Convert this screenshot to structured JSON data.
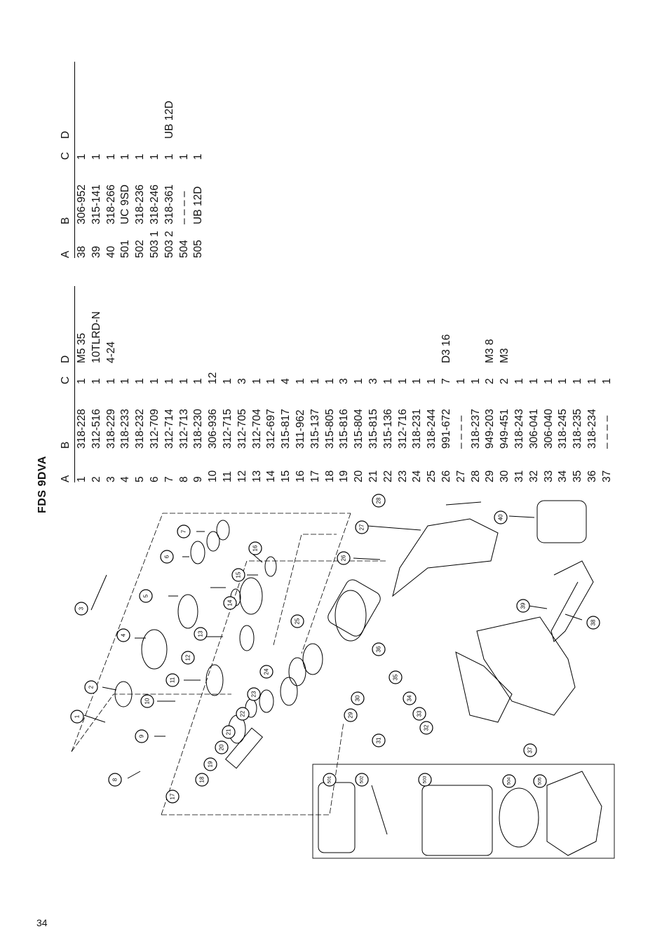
{
  "title": "FDS 9DVA",
  "page_number": "34",
  "headers": {
    "a": "A",
    "b": "B",
    "c": "C",
    "d": "D"
  },
  "parts_main": [
    {
      "a": "1",
      "b": "318-228",
      "c": "1",
      "d": "M5  35"
    },
    {
      "a": "2",
      "b": "312-516",
      "c": "1",
      "d": "10TLRD-N"
    },
    {
      "a": "3",
      "b": "318-229",
      "c": "1",
      "d": "4-24"
    },
    {
      "a": "4",
      "b": "318-233",
      "c": "1",
      "d": ""
    },
    {
      "a": "5",
      "b": "318-232",
      "c": "1",
      "d": ""
    },
    {
      "a": "6",
      "b": "312-709",
      "c": "1",
      "d": ""
    },
    {
      "a": "7",
      "b": "312-714",
      "c": "1",
      "d": ""
    },
    {
      "a": "8",
      "b": "312-713",
      "c": "1",
      "d": ""
    },
    {
      "a": "9",
      "b": "318-230",
      "c": "1",
      "d": ""
    },
    {
      "a": "10",
      "b": "306-936",
      "c": "12",
      "d": ""
    },
    {
      "a": "11",
      "b": "312-715",
      "c": "1",
      "d": ""
    },
    {
      "a": "12",
      "b": "312-705",
      "c": "3",
      "d": ""
    },
    {
      "a": "13",
      "b": "312-704",
      "c": "1",
      "d": ""
    },
    {
      "a": "14",
      "b": "312-697",
      "c": "1",
      "d": ""
    },
    {
      "a": "15",
      "b": "315-817",
      "c": "4",
      "d": ""
    },
    {
      "a": "16",
      "b": "311-962",
      "c": "1",
      "d": ""
    },
    {
      "a": "17",
      "b": "315-137",
      "c": "1",
      "d": ""
    },
    {
      "a": "18",
      "b": "315-805",
      "c": "1",
      "d": ""
    },
    {
      "a": "19",
      "b": "315-816",
      "c": "3",
      "d": ""
    },
    {
      "a": "20",
      "b": "315-804",
      "c": "1",
      "d": ""
    },
    {
      "a": "21",
      "b": "315-815",
      "c": "3",
      "d": ""
    },
    {
      "a": "22",
      "b": "315-136",
      "c": "1",
      "d": ""
    },
    {
      "a": "23",
      "b": "312-716",
      "c": "1",
      "d": ""
    },
    {
      "a": "24",
      "b": "318-231",
      "c": "1",
      "d": ""
    },
    {
      "a": "25",
      "b": "318-244",
      "c": "1",
      "d": ""
    },
    {
      "a": "26",
      "b": "991-672",
      "c": "7",
      "d": "D3  16"
    },
    {
      "a": "27",
      "b": "– – – –",
      "c": "1",
      "d": ""
    },
    {
      "a": "28",
      "b": "318-237",
      "c": "1",
      "d": ""
    },
    {
      "a": "29",
      "b": "949-203",
      "c": "2",
      "d": "M3  8"
    },
    {
      "a": "30",
      "b": "949-451",
      "c": "2",
      "d": "M3"
    },
    {
      "a": "31",
      "b": "318-243",
      "c": "1",
      "d": ""
    },
    {
      "a": "32",
      "b": "306-041",
      "c": "1",
      "d": ""
    },
    {
      "a": "33",
      "b": "306-040",
      "c": "1",
      "d": ""
    },
    {
      "a": "34",
      "b": "318-245",
      "c": "1",
      "d": ""
    },
    {
      "a": "35",
      "b": "318-235",
      "c": "1",
      "d": ""
    },
    {
      "a": "36",
      "b": "318-234",
      "c": "1",
      "d": ""
    },
    {
      "a": "37",
      "b": "– – – –",
      "c": "1",
      "d": ""
    }
  ],
  "parts_extra": [
    {
      "a": "38",
      "b": "306-952",
      "c": "1",
      "d": ""
    },
    {
      "a": "39",
      "b": "315-141",
      "c": "1",
      "d": ""
    },
    {
      "a": "40",
      "b": "318-266",
      "c": "1",
      "d": ""
    },
    {
      "a": "501",
      "b": "UC 9SD",
      "c": "1",
      "d": ""
    },
    {
      "a": "502",
      "b": "318-236",
      "c": "1",
      "d": ""
    },
    {
      "a": "503 1",
      "b": "318-246",
      "c": "1",
      "d": ""
    },
    {
      "a": "503 2",
      "b": "318-361",
      "c": "1",
      "d": "UB 12D"
    },
    {
      "a": "504",
      "b": "– – – –",
      "c": "1",
      "d": ""
    },
    {
      "a": "505",
      "b": "UB 12D",
      "c": "1",
      "d": ""
    }
  ],
  "callouts": [
    "1",
    "2",
    "3",
    "4",
    "5",
    "6",
    "7",
    "8",
    "9",
    "10",
    "11",
    "12",
    "13",
    "14",
    "15",
    "16",
    "17",
    "18",
    "19",
    "20",
    "21",
    "22",
    "23",
    "24",
    "25",
    "26",
    "27",
    "28",
    "29",
    "30",
    "31",
    "32",
    "33",
    "34",
    "35",
    "36",
    "37",
    "38",
    "39",
    "40",
    "501",
    "502",
    "503",
    "504",
    "505"
  ]
}
